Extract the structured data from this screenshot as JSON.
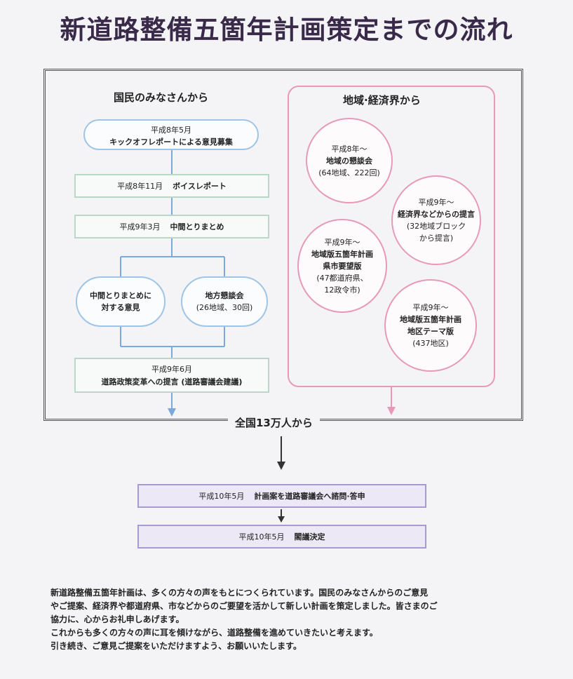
{
  "title": "新道路整備五箇年計画策定までの流れ",
  "left": {
    "heading": "国民のみなさんから",
    "kickoff": {
      "date": "平成8年5月",
      "text": "キックオフレポートによる意見募集"
    },
    "voice": {
      "date": "平成8年11月",
      "text": "ボイスレポート"
    },
    "interim": {
      "date": "平成9年3月",
      "text": "中間とりまとめ"
    },
    "opinion": {
      "line1": "中間とりまとめに",
      "line2": "対する意見"
    },
    "regional": {
      "line1": "地方懇談会",
      "line2": "(26地域、30回)"
    },
    "proposal": {
      "date": "平成9年6月",
      "text": "道路政策変革への提言 (道路審議会建議)"
    }
  },
  "right": {
    "heading": "地域·経済界から",
    "c1": {
      "l1": "平成8年～",
      "l2": "地域の懇談会",
      "l3": "(64地域、222回)"
    },
    "c2": {
      "l1": "平成9年～",
      "l2": "経済界などからの提言",
      "l3": "(32地域ブロック",
      "l4": "から提言)"
    },
    "c3": {
      "l1": "平成9年～",
      "l2": "地域版五箇年計画",
      "l3": "県市要望版",
      "l4": "(47都道府県、",
      "l5": "12政令市)"
    },
    "c4": {
      "l1": "平成9年～",
      "l2": "地域版五箇年計画",
      "l3": "地区テーマ版",
      "l4": "(437地区)"
    }
  },
  "total": "全国13万人から",
  "step1": {
    "date": "平成10年5月",
    "text": "計画案を道路審議会へ諮問·答申"
  },
  "step2": {
    "date": "平成10年5月",
    "text": "閣議決定"
  },
  "message": [
    "新道路整備五箇年計画は、多くの方々の声をもとにつくられています。国民のみなさんからのご意見",
    "やご提案、経済界や都道府県、市などからのご要望を活かして新しい計画を策定しました。皆さまのご",
    "協力に、心からお礼申しあげます。",
    "これからも多くの方々の声に耳を傾けながら、道路整備を進めていきたいと考えます。",
    "引き続き、ご意見ご提案をいただけますよう、お願いいたします。"
  ],
  "colors": {
    "blue_line": "#7ba9dd",
    "pink": "#e79ab8",
    "purple": "#a59bd0"
  }
}
